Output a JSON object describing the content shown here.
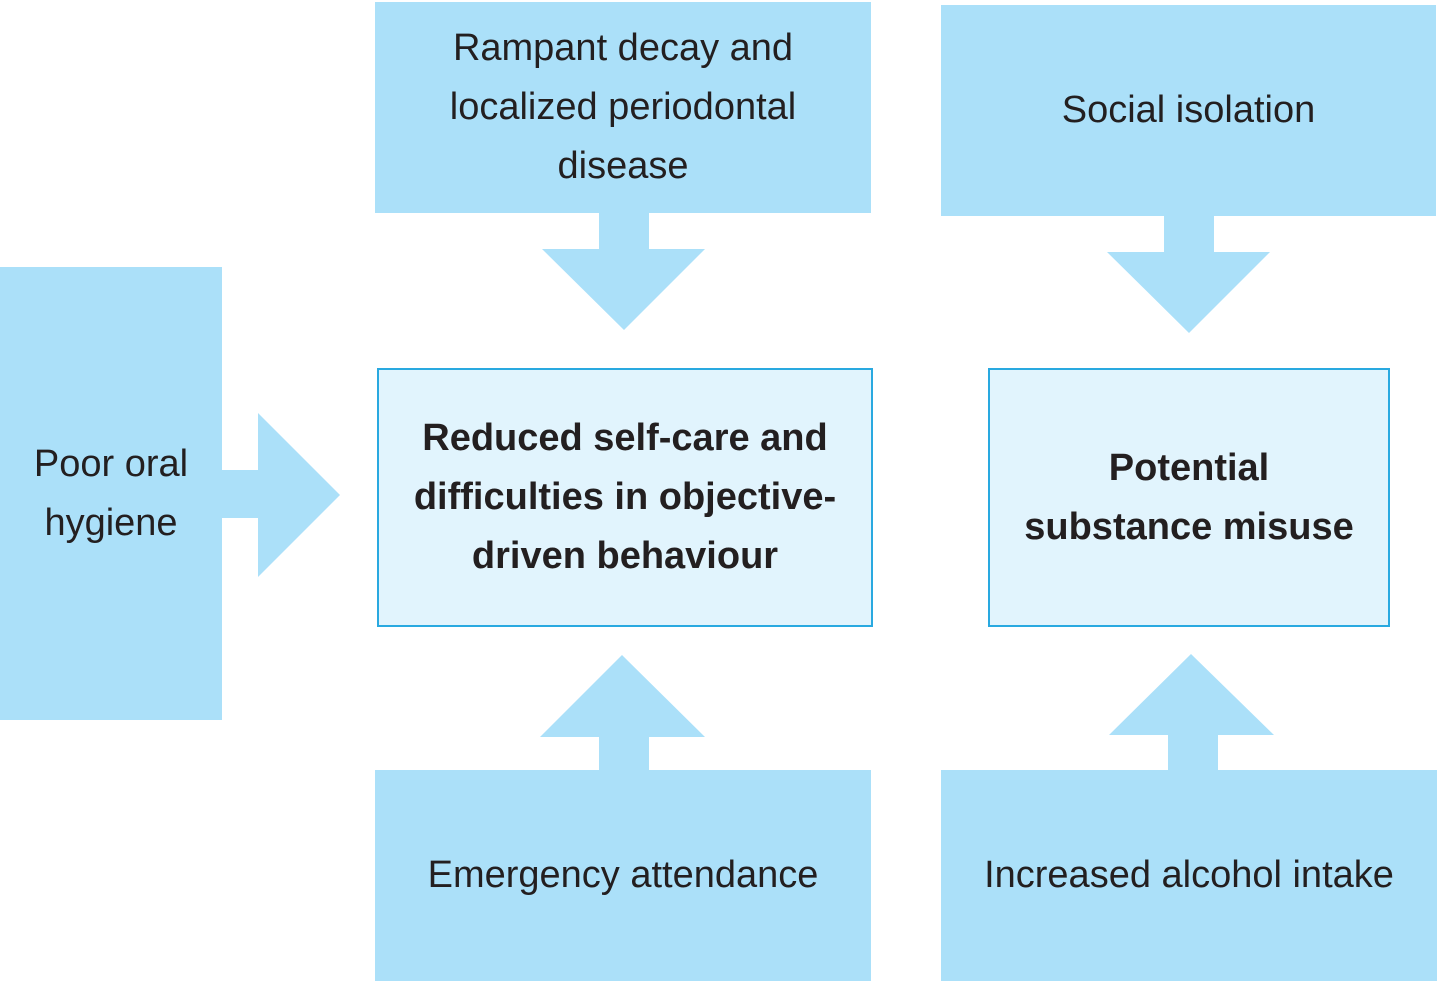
{
  "colors": {
    "cause_fill": "#abe0f9",
    "effect_fill": "#e1f4fd",
    "effect_border": "#29a9e0",
    "text": "#231f20"
  },
  "nodes": {
    "decay": "Rampant decay and localized periodontal disease",
    "isolation": "Social isolation",
    "hygiene": "Poor oral hygiene",
    "self_care": "Reduced self-care and difficulties in objective-driven behaviour",
    "substance": "Potential substance misuse",
    "emergency": "Emergency attendance",
    "alcohol": "Increased alcohol intake"
  }
}
